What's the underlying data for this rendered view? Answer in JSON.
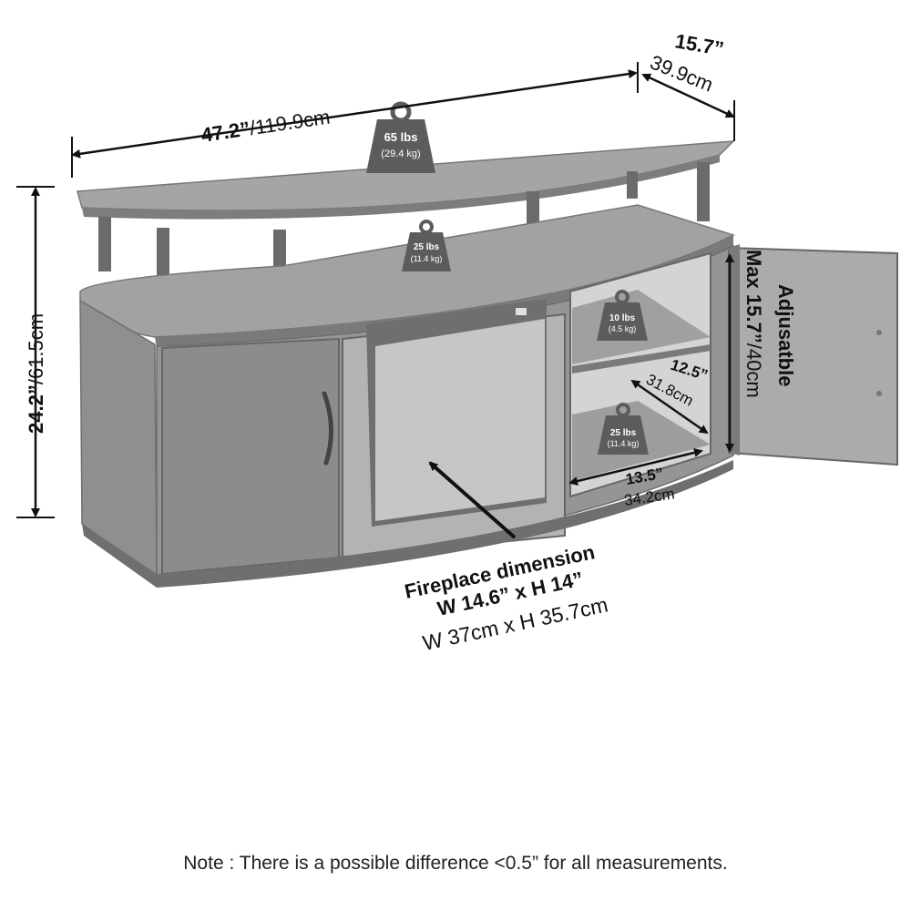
{
  "dimensions": {
    "width_in": "47.2”",
    "width_cm": "/119.9cm",
    "depth_in": "15.7”",
    "depth_cm": "39.9cm",
    "height_in": "24.2”",
    "height_cm": "/61.5cm",
    "shelf_depth_in": "12.5”",
    "shelf_depth_cm": "31.8cm",
    "shelf_width_in": "13.5”",
    "shelf_width_cm": "34.2cm",
    "adjustable_line1": "Adjusatble",
    "adjustable_line2_bold": "Max 15.7”",
    "adjustable_line2_cm": "/40cm"
  },
  "weights": {
    "top": {
      "lbs": "65 lbs",
      "kg": "(29.4 kg)"
    },
    "middle": {
      "lbs": "25 lbs",
      "kg": "(11.4 kg)"
    },
    "shelf_upper": {
      "lbs": "10 lbs",
      "kg": "(4.5 kg)"
    },
    "shelf_lower": {
      "lbs": "25 lbs",
      "kg": "(11.4 kg)"
    }
  },
  "fireplace": {
    "title": "Fireplace dimension",
    "size_in": "W 14.6” x H 14”",
    "size_cm": "W 37cm x H 35.7cm"
  },
  "note": "Note : There is a possible difference <0.5” for all measurements.",
  "colors": {
    "furniture": "#8f8f8f",
    "furniture_light": "#a9a9a9",
    "furniture_dark": "#5a5a5a",
    "weight_icon": "#5c5c5c",
    "text": "#111111"
  }
}
